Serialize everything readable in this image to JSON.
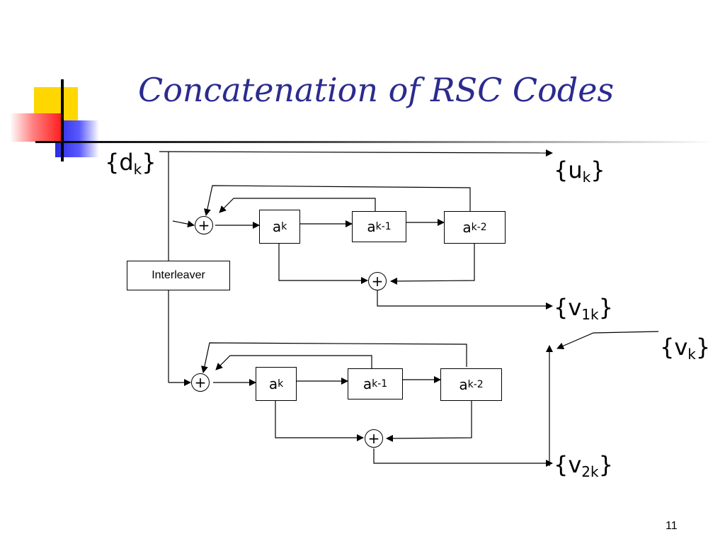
{
  "slide": {
    "title": "Concatenation of RSC Codes",
    "page_number": "11"
  },
  "diagram": {
    "input": {
      "base": "{d",
      "sub": "k",
      "close": "}"
    },
    "outputs": {
      "uk": {
        "base": "{u",
        "sub": "k",
        "close": "}"
      },
      "v1k": {
        "base": "{v",
        "sub": "1k",
        "close": "}"
      },
      "v2k": {
        "base": "{v",
        "sub": "2k",
        "close": "}"
      },
      "vk": {
        "base": "{v",
        "sub": "k",
        "close": "}"
      }
    },
    "interleaver_label": "Interleaver",
    "encoder1": {
      "reg0": {
        "base": "a",
        "sub": "k"
      },
      "reg1": {
        "base": "a",
        "sub": "k-1"
      },
      "reg2": {
        "base": "a",
        "sub": "k-2"
      },
      "adder_symbol": "+"
    },
    "encoder2": {
      "reg0": {
        "base": "a",
        "sub": "k"
      },
      "reg1": {
        "base": "a",
        "sub": "k-1"
      },
      "reg2": {
        "base": "a",
        "sub": "k-2"
      },
      "adder_symbol": "+"
    }
  },
  "decoration_colors": {
    "yellow": "#ffd700",
    "red": "#ff3030",
    "blue": "#3030e0"
  }
}
